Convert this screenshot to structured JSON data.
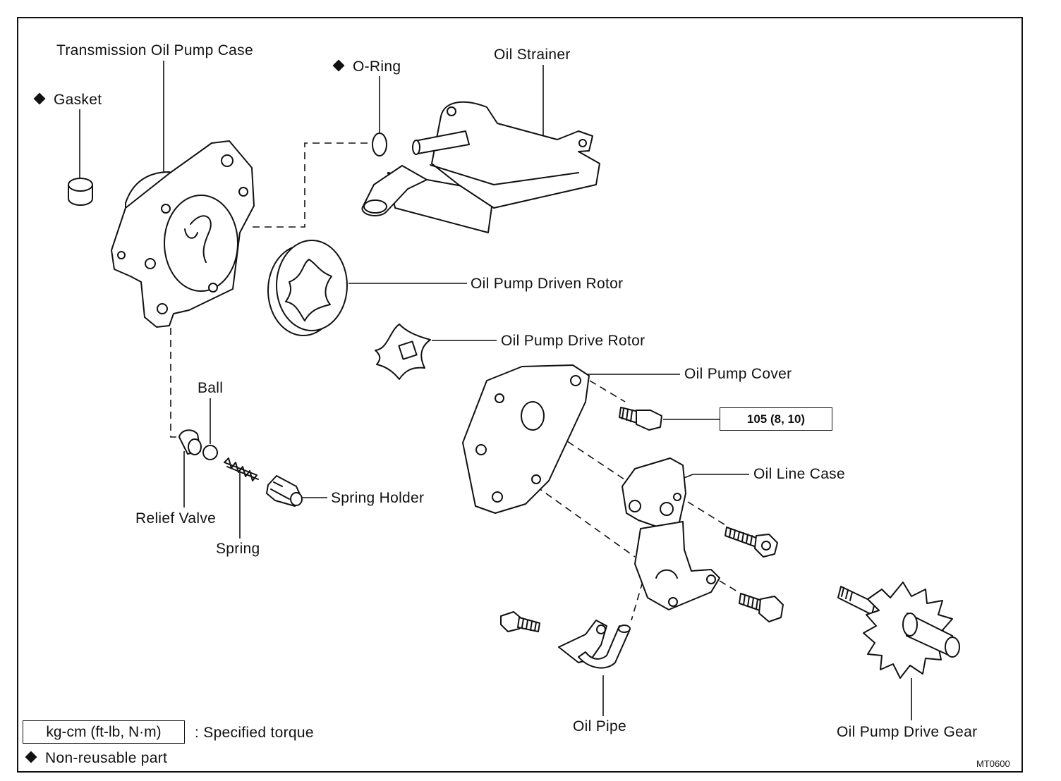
{
  "labels": {
    "transmission_oil_pump_case": "Transmission Oil Pump Case",
    "gasket": "Gasket",
    "o_ring": "O-Ring",
    "oil_strainer": "Oil Strainer",
    "oil_pump_driven_rotor": "Oil Pump Driven Rotor",
    "oil_pump_drive_rotor": "Oil Pump Drive Rotor",
    "oil_pump_cover": "Oil Pump Cover",
    "ball": "Ball",
    "relief_valve": "Relief Valve",
    "spring": "Spring",
    "spring_holder": "Spring Holder",
    "oil_line_case": "Oil Line Case",
    "oil_pipe": "Oil Pipe",
    "oil_pump_drive_gear": "Oil Pump Drive Gear"
  },
  "torque_spec": "105 (8, 10)",
  "legend": {
    "torque_unit": "kg-cm (ft-lb, N·m)",
    "torque_text": ": Specified torque",
    "non_reusable": "Non-reusable part"
  },
  "figure_code": "MT0600",
  "icons": {
    "non_reusable_marker": "diamond-icon"
  }
}
